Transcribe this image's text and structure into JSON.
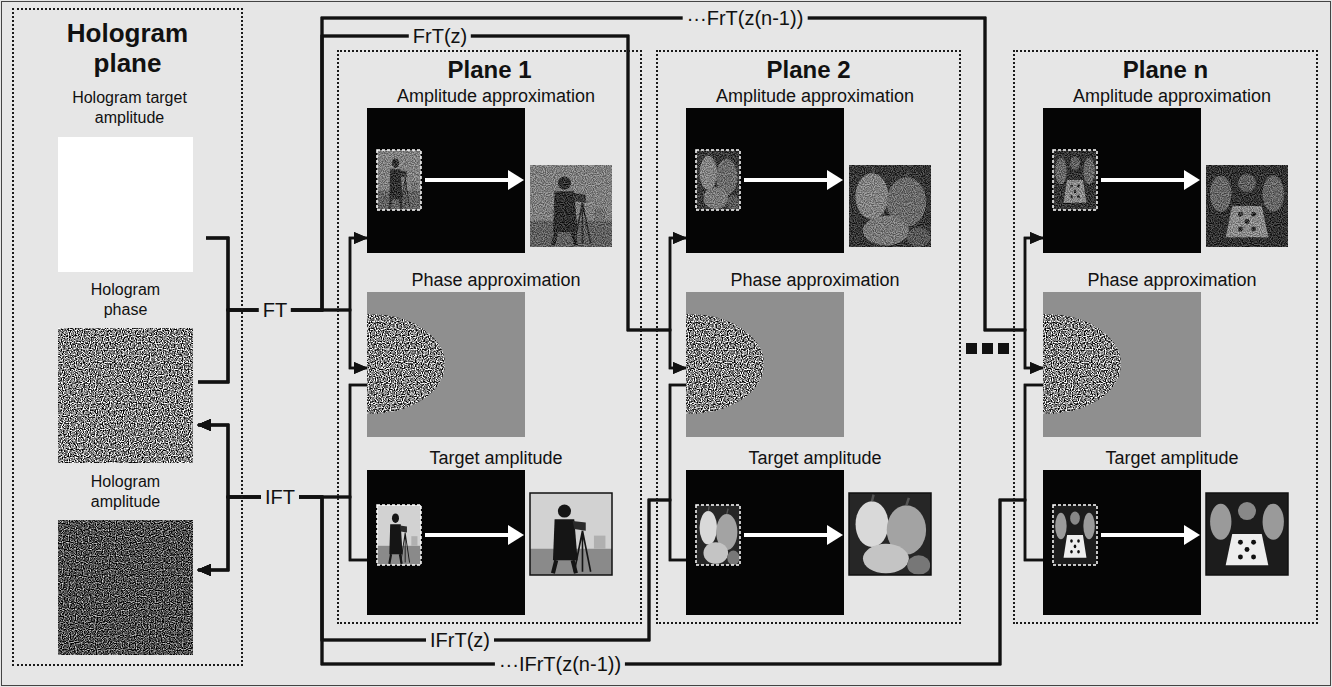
{
  "diagram": {
    "nodes": [
      {
        "text": [
          "Hologram plane"
        ]
      },
      {
        "text": [
          "Hologram target amplitude"
        ],
        "in": 0
      },
      {
        "text": [
          "Hologram phase"
        ],
        "in": 0
      },
      {
        "text": [
          "Hologram amplitude"
        ],
        "in": 0
      },
      {
        "text": [
          "Plane 1"
        ]
      },
      {
        "text": [
          "Amplitude approximation"
        ],
        "in": 4
      },
      {
        "text": [
          "Phase approximation"
        ],
        "in": 4
      },
      {
        "text": [
          "Target amplitude"
        ],
        "in": 4
      },
      {
        "text": [
          "Plane 2"
        ]
      },
      {
        "text": [
          "Amplitude approximation"
        ],
        "in": 8
      },
      {
        "text": [
          "Phase approximation"
        ],
        "in": 8
      },
      {
        "text": [
          "Target amplitude"
        ],
        "in": 8
      },
      {
        "text": [
          "Plane n"
        ]
      },
      {
        "text": [
          "Amplitude approximation"
        ],
        "in": 12
      },
      {
        "text": [
          "Phase approximation"
        ],
        "in": 12
      },
      {
        "text": [
          "Target amplitude"
        ],
        "in": 12
      }
    ],
    "edges": [
      {
        "from": 1,
        "to": 5,
        "arrow": "to",
        "label": "FT"
      },
      {
        "from": 2,
        "to": 5,
        "arrow": "to"
      },
      {
        "from": 1,
        "to": 6,
        "arrow": "to"
      },
      {
        "from": 2,
        "to": 6,
        "arrow": "to"
      },
      {
        "from": 1,
        "to": 9,
        "arrow": "to",
        "label": "FrT(z)"
      },
      {
        "from": 2,
        "to": 9,
        "arrow": "to"
      },
      {
        "from": 1,
        "to": 10,
        "arrow": "to"
      },
      {
        "from": 2,
        "to": 10,
        "arrow": "to"
      },
      {
        "from": 1,
        "to": 13,
        "arrow": "to",
        "label": "···FrT(z(n-1))"
      },
      {
        "from": 2,
        "to": 13,
        "arrow": "to"
      },
      {
        "from": 1,
        "to": 14,
        "arrow": "to"
      },
      {
        "from": 2,
        "to": 14,
        "arrow": "to"
      },
      {
        "from": 6,
        "to": 2,
        "arrow": "to",
        "label": "IFT"
      },
      {
        "from": 6,
        "to": 3,
        "arrow": "to"
      },
      {
        "from": 7,
        "to": 2,
        "arrow": "to"
      },
      {
        "from": 7,
        "to": 3,
        "arrow": "to"
      },
      {
        "from": 10,
        "to": 2,
        "arrow": "to",
        "label": "IFrT(z)"
      },
      {
        "from": 10,
        "to": 3,
        "arrow": "to"
      },
      {
        "from": 11,
        "to": 2,
        "arrow": "to"
      },
      {
        "from": 11,
        "to": 3,
        "arrow": "to"
      },
      {
        "from": 14,
        "to": 2,
        "arrow": "to",
        "label": "···IFrT(z(n-1))"
      },
      {
        "from": 14,
        "to": 3,
        "arrow": "to"
      },
      {
        "from": 15,
        "to": 2,
        "arrow": "to"
      },
      {
        "from": 15,
        "to": 3,
        "arrow": "to"
      }
    ]
  }
}
